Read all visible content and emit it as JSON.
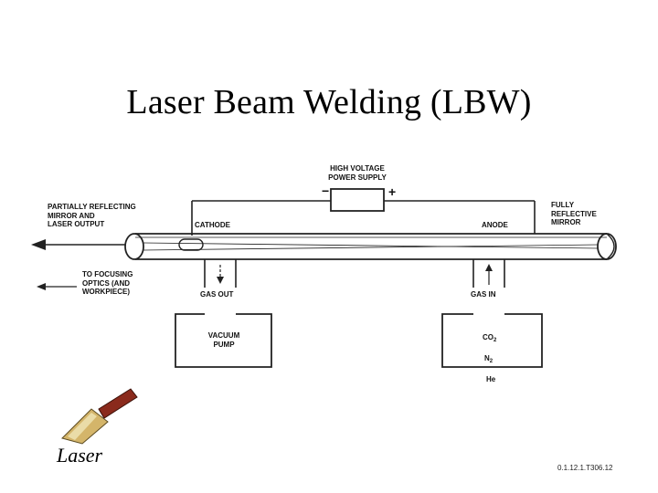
{
  "slide": {
    "title": "Laser Beam Welding (LBW)",
    "footer_label": "Laser",
    "footer_code": "0.1.12.1.T306.12"
  },
  "diagram": {
    "power_supply": "HIGH VOLTAGE\nPOWER SUPPLY",
    "minus_sign": "−",
    "plus_sign": "+",
    "partial_mirror": "PARTIALLY REFLECTING\nMIRROR AND\nLASER OUTPUT",
    "cathode": "CATHODE",
    "anode": "ANODE",
    "full_mirror": "FULLY\nREFLECTIVE\nMIRROR",
    "focusing": "TO FOCUSING\nOPTICS (AND\nWORKPIECE)",
    "gas_out": "GAS OUT",
    "gas_in": "GAS IN",
    "vacuum_pump": "VACUUM\nPUMP",
    "gas_co": "CO",
    "gas_co_sub": "2",
    "gas_n": "N",
    "gas_n_sub": "2",
    "gas_he": "He"
  },
  "icons": {
    "footer_icon": "trowel-icon"
  }
}
